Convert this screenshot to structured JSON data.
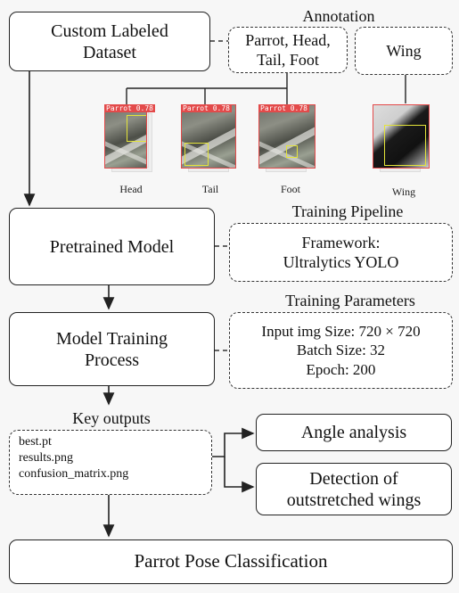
{
  "nodes": {
    "dataset": [
      "Custom Labeled",
      "Dataset"
    ],
    "pretrained": "Pretrained Model",
    "training": [
      "Model Training",
      "Process"
    ],
    "angle": "Angle analysis",
    "wings": [
      "Detection of",
      "outstretched wings"
    ],
    "classification": "Parrot Pose Classification"
  },
  "annotation": {
    "title": "Annotation",
    "group1": [
      "Parrot, Head,",
      "Tail, Foot"
    ],
    "group2": "Wing",
    "thumbnails": [
      {
        "tag": "Parrot 0.78",
        "caption": "Head"
      },
      {
        "tag": "Parrot 0.78",
        "caption": "Tail"
      },
      {
        "tag": "Parrot 0.78",
        "caption": "Foot"
      },
      {
        "tag": "",
        "caption": "Wing"
      }
    ]
  },
  "pipeline": {
    "title": "Training Pipeline",
    "lines": [
      "Framework:",
      "Ultralytics YOLO"
    ]
  },
  "parameters": {
    "title": "Training Parameters",
    "lines": [
      "Input img Size: 720 × 720",
      "Batch Size: 32",
      "Epoch: 200"
    ]
  },
  "outputs": {
    "title": "Key outputs",
    "files": [
      "best.pt",
      "results.png",
      "confusion_matrix.png"
    ]
  },
  "colors": {
    "detection_box": "#e34a4a",
    "part_box": "#e4e43a"
  }
}
